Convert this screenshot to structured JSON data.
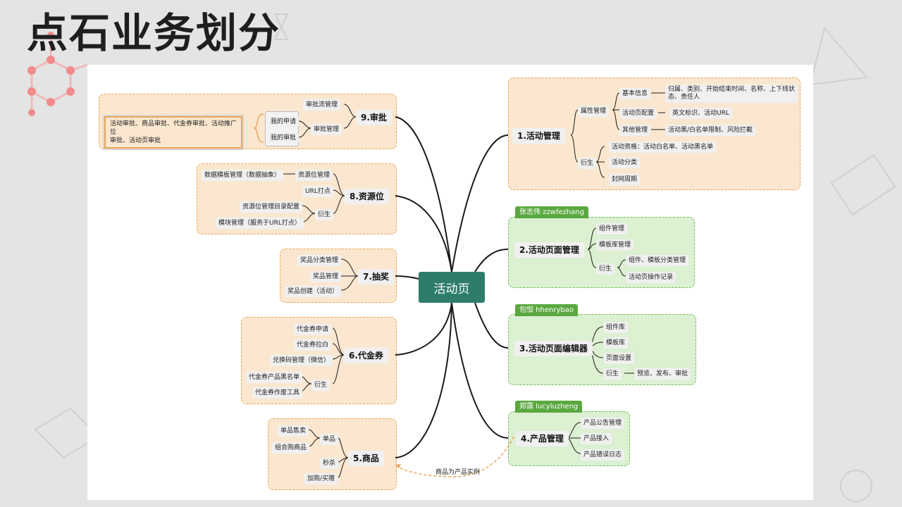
{
  "page": {
    "title": "点石业务划分"
  },
  "center": "活动页",
  "branches": {
    "b1": {
      "label": "1.活动管理",
      "attr": "属性管理",
      "basic": "基本信息",
      "basic_desc": [
        "归属、类别、开始结束时间、名称、上下线状",
        "态、责任人"
      ],
      "pagecfg": "活动页配置",
      "pagecfg_desc": "英文标识、活动URL",
      "other": "其他管理",
      "other_desc": "活动黑/白名单限制、风险拦截",
      "derive": "衍生",
      "qual": "活动资格：活动白名单、活动黑名单",
      "cat": "活动分类",
      "period": "封网周期"
    },
    "b2": {
      "tag": "张志伟 zzwfezhang",
      "label": "2.活动页面管理",
      "items": [
        "组件管理",
        "模板库管理"
      ],
      "derive": "衍生",
      "derive_items": [
        "组件、模板分类管理",
        "活动页操作记录"
      ]
    },
    "b3": {
      "tag": "包恒 hhenrybao",
      "label": "3.活动页面编辑器",
      "items": [
        "组件库",
        "模板库",
        "页面设置"
      ],
      "derive": "衍生",
      "derive_item": "预览、发布、审批"
    },
    "b4": {
      "tag": "郑露 lucyluzheng",
      "label": "4.产品管理",
      "items": [
        "产品公告管理",
        "产品接入",
        "产品错误日志"
      ]
    },
    "b5": {
      "label": "5.商品",
      "single": "单品",
      "single_items": [
        "单品售卖",
        "组合购商品"
      ],
      "seckill": "秒杀",
      "addon": "加购/买赠",
      "link_note": "商品为产品实例"
    },
    "b6": {
      "label": "6.代金券",
      "items": [
        "代金券申请",
        "代金券拉白",
        "兑换码管理（微信）"
      ],
      "derive": "衍生",
      "derive_items": [
        "代金券产品黑名单",
        "代金券作废工具"
      ]
    },
    "b7": {
      "label": "7.抽奖",
      "items": [
        "奖品分类管理",
        "奖品管理",
        "奖品创建（活动）"
      ]
    },
    "b8": {
      "label": "8.资源位",
      "resmgr": "资源位管理",
      "resmgr_from": "数据模板管理（数据抽象）",
      "url": "URL打点",
      "derive": "衍生",
      "derive_items": [
        "资源位管理目录配置",
        "模块管理（服务于URL打点）"
      ]
    },
    "b9": {
      "label": "9.审批",
      "flow": "审批流管理",
      "mgr": "审批管理",
      "mine": "我的申请",
      "myappr": "我的审批",
      "note": [
        "活动审批、商品审批、代金券审批、活动推广位",
        "审批、活动页审批"
      ]
    }
  },
  "colors": {
    "orange_box": "#fbe7cf",
    "orange_border": "#e9a55a",
    "green_box": "#dcf0d2",
    "green_border": "#6fbf5a",
    "center": "#2e7d6b",
    "tag": "#5aa83f"
  }
}
